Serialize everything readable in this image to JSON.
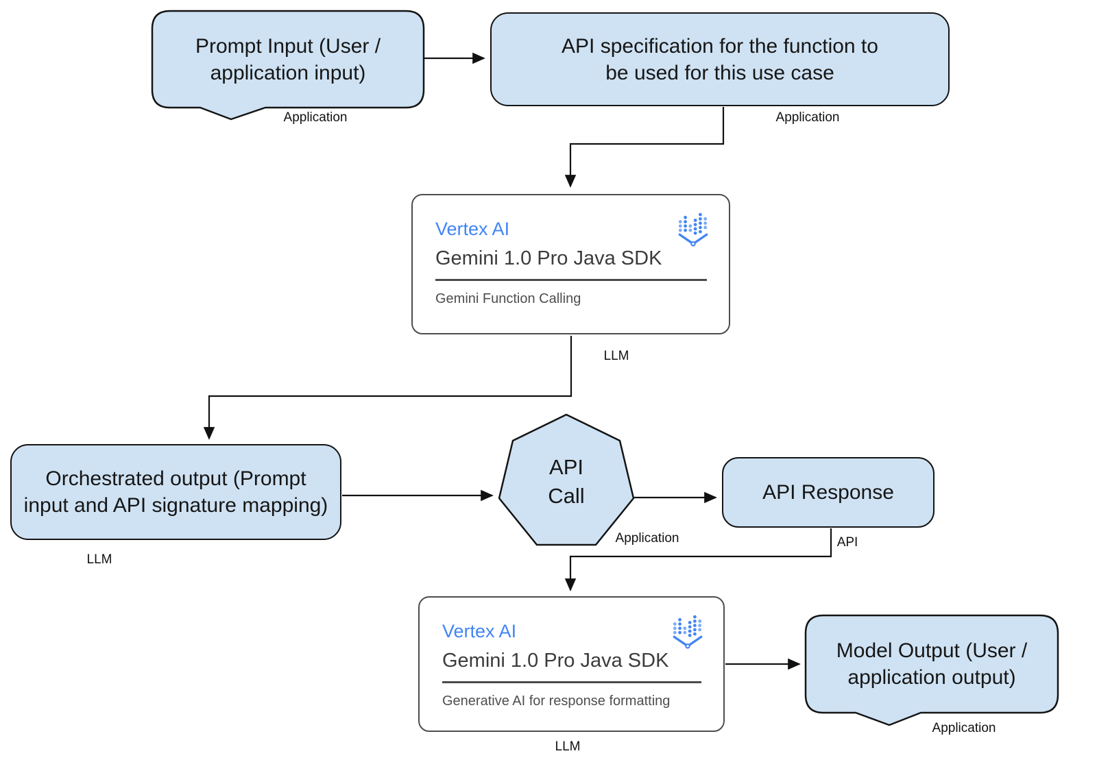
{
  "colors": {
    "node_fill": "#cfe2f3",
    "node_border": "#141414",
    "connector": "#111111",
    "card_border": "#4d4d4d",
    "card_background": "#ffffff",
    "vertex_ai_blue": "#4285f4",
    "subtitle_gray": "#3c3c3c",
    "caption_gray": "#4e4e4e"
  },
  "nodes": {
    "prompt_input": {
      "lines": [
        "Prompt Input (User /",
        "application input)"
      ],
      "tag": "Application"
    },
    "api_spec": {
      "lines": [
        "API specification for the function to",
        "be used for this use case"
      ],
      "tag": "Application"
    },
    "llm_function_calling": {
      "title": "Vertex AI",
      "subtitle": "Gemini 1.0 Pro Java SDK",
      "caption": "Gemini Function Calling",
      "tag": "LLM",
      "icon": "vertex-ai-icon"
    },
    "orchestrated_output": {
      "lines": [
        "Orchestrated output (Prompt",
        "input and API signature mapping)"
      ],
      "tag": "LLM"
    },
    "api_call": {
      "lines": [
        "API",
        "Call"
      ],
      "tag": "Application"
    },
    "api_response": {
      "lines": [
        "API Response"
      ],
      "tag": "API"
    },
    "llm_response_formatting": {
      "title": "Vertex AI",
      "subtitle": "Gemini 1.0 Pro Java SDK",
      "caption": "Generative AI for response formatting",
      "tag": "LLM",
      "icon": "vertex-ai-icon"
    },
    "model_output": {
      "lines": [
        "Model Output (User /",
        "application output)"
      ],
      "tag": "Application"
    }
  }
}
